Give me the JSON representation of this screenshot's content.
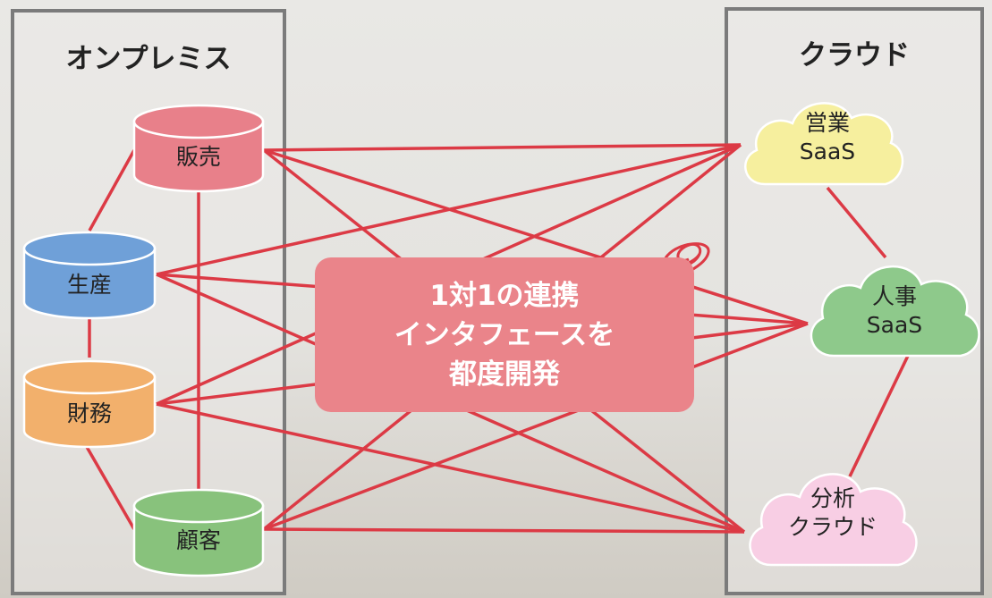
{
  "onprem": {
    "title": "オンプレミス",
    "systems": [
      "販売",
      "生産",
      "財務",
      "顧客"
    ]
  },
  "cloud": {
    "title": "クラウド",
    "services": [
      {
        "line1": "営業",
        "line2": "SaaS"
      },
      {
        "line1": "人事",
        "line2": "SaaS"
      },
      {
        "line1": "分析",
        "line2": "クラウド"
      }
    ]
  },
  "center": {
    "line1": "1対1の連携",
    "line2": "インタフェースを",
    "line3": "都度開発"
  },
  "colors": {
    "link": "#dc3a45",
    "sales_db": "#e8808a",
    "production_db": "#6fa0d8",
    "finance_db": "#f2b06c",
    "customer_db": "#88c27c",
    "sales_cloud": "#f6ef9e",
    "hr_cloud": "#8ec98b",
    "analytics_cloud": "#f8cee4",
    "center_box": "#ea848a",
    "panel_border": "#7b7b7b"
  }
}
